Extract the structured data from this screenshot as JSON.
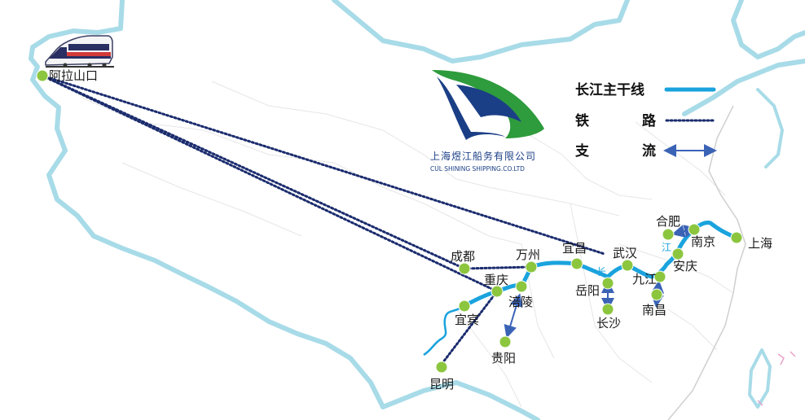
{
  "company": {
    "name_cn": "上海煜江船务有限公司",
    "name_en": "CUL SHINING SHIPPING.CO.LTD"
  },
  "legend": {
    "main_line": "长江主干线",
    "railway_char1": "铁",
    "railway_char2": "路",
    "tributary_char1": "支",
    "tributary_char2": "流"
  },
  "river_labels": {
    "chang": "长",
    "jiang": "江"
  },
  "cities": {
    "alashankou": "阿拉山口",
    "chengdu": "成都",
    "chongqing": "重庆",
    "yibin": "宜宾",
    "kunming": "昆明",
    "wanzhou": "万州",
    "fuling": "涪陵",
    "guiyang": "贵阳",
    "yichang": "宜昌",
    "yueyang": "岳阳",
    "changsha": "长沙",
    "wuhan": "武汉",
    "jiujiang": "九江",
    "nanchang": "南昌",
    "anqing": "安庆",
    "hefei": "合肥",
    "nanjing": "南京",
    "shanghai": "上海"
  },
  "colors": {
    "border": "#a8dbe8",
    "yangtze": "#1aa3dd",
    "railway": "#1b2c6e",
    "tributary": "#3a63b6",
    "city_dot": "#8cc63f",
    "logo_green": "#2e9b3c",
    "logo_blue": "#1b3f86"
  }
}
